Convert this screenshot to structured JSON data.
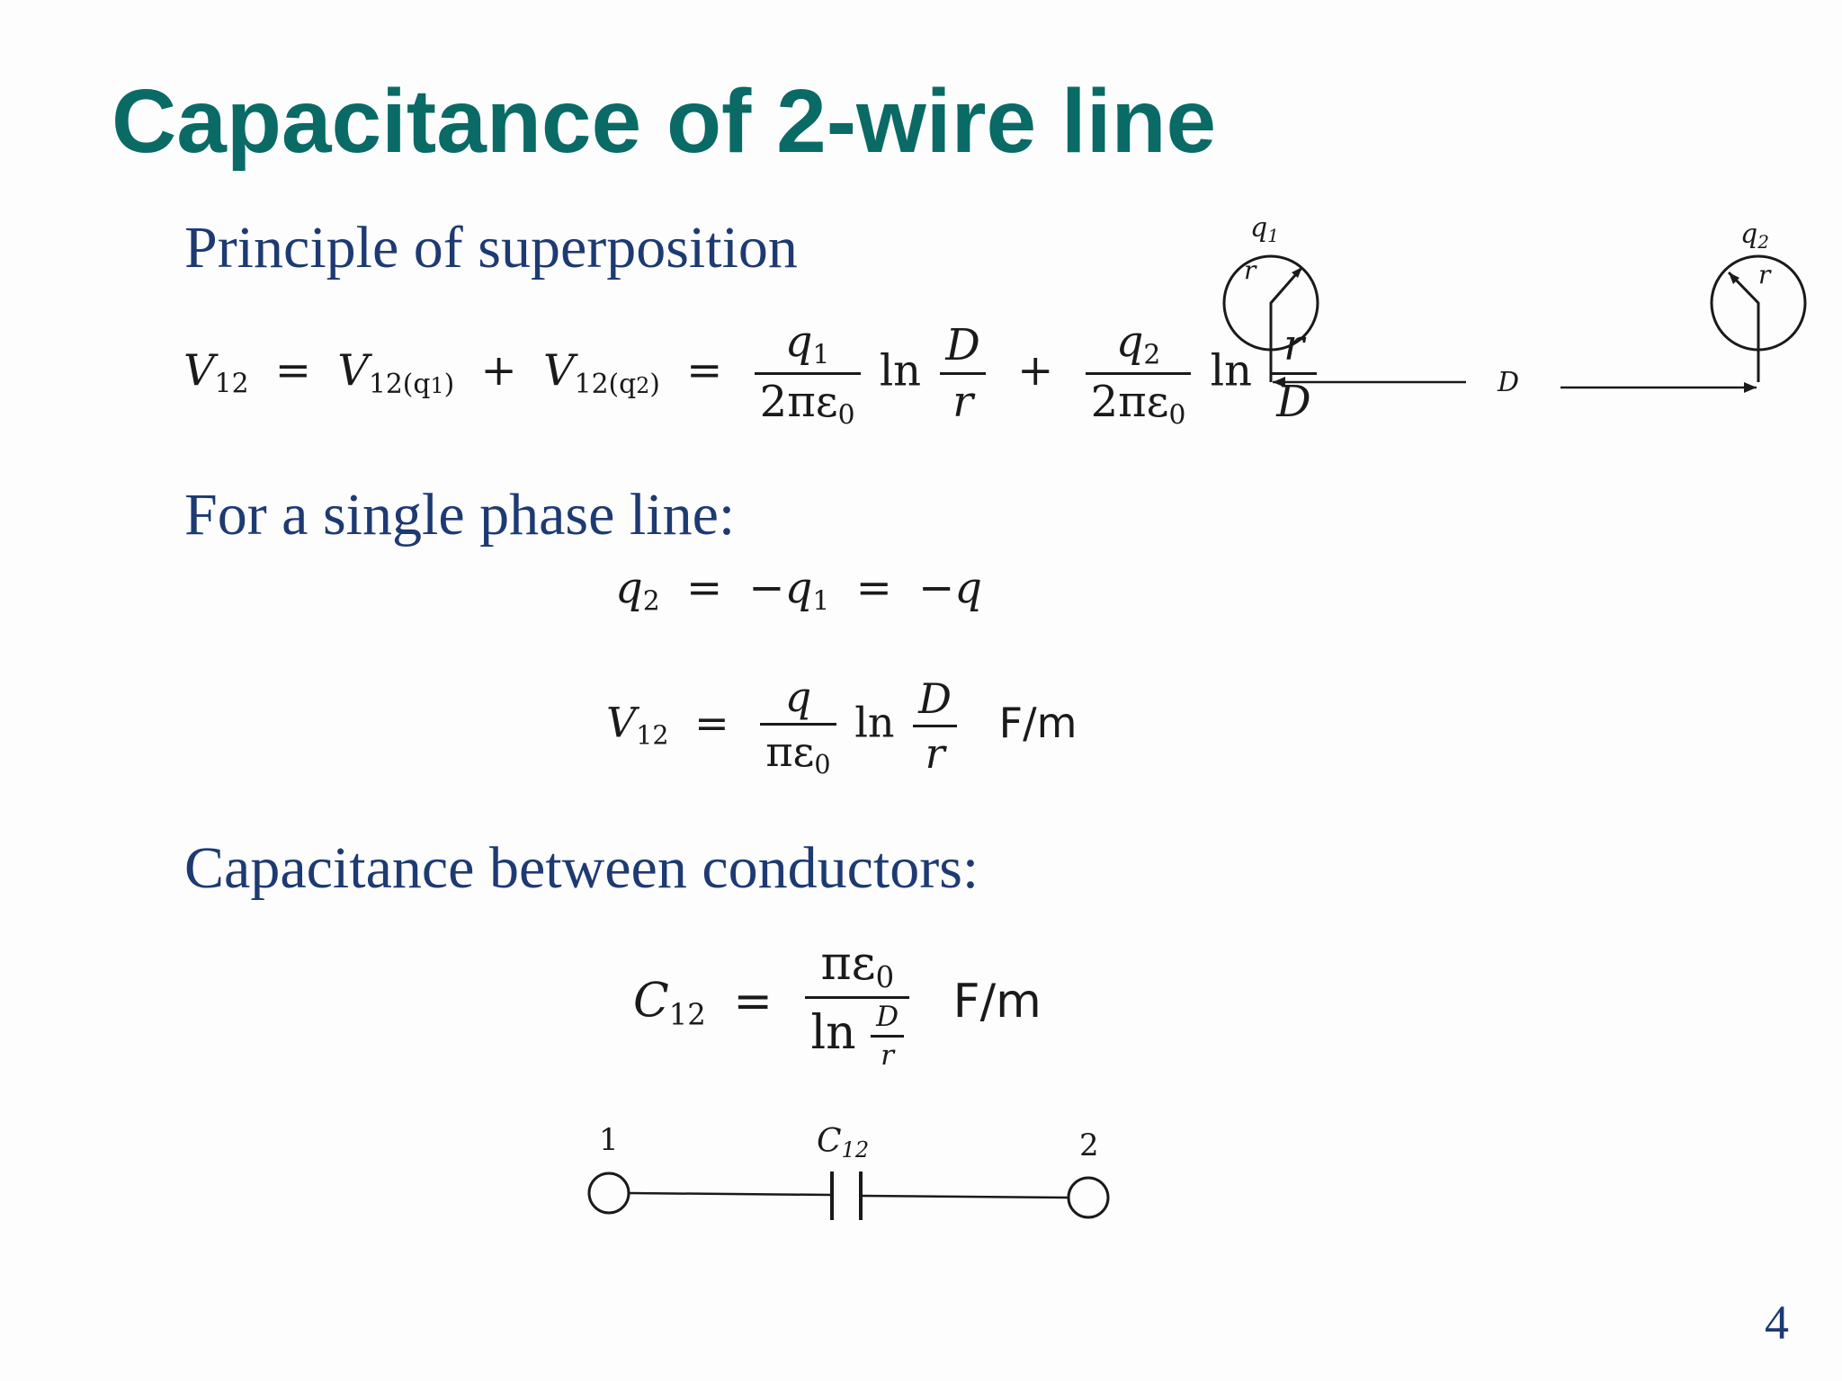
{
  "slide": {
    "title": "Capacitance of 2-wire line",
    "page_number": "4"
  },
  "sections": {
    "superposition_heading": "Principle of superposition",
    "single_phase_heading": "For a single phase line:",
    "capacitance_heading": "Capacitance between conductors:"
  },
  "equations": {
    "superposition": {
      "lhs": "V",
      "lhs_sub": "12",
      "eq": "=",
      "term1": "V",
      "term1_sub": "12(q",
      "term1_subsub": "1",
      "term1_close": ")",
      "plus": "+",
      "term2": "V",
      "term2_sub": "12(q",
      "term2_subsub": "2",
      "term2_close": ")",
      "eq2": "=",
      "f1_num": "q",
      "f1_num_sub": "1",
      "f1_den": "2πε",
      "f1_den_sub": "0",
      "ln1": "ln",
      "f2_num": "D",
      "f2_den": "r",
      "plus2": "+",
      "f3_num": "q",
      "f3_num_sub": "2",
      "f3_den": "2πε",
      "f3_den_sub": "0",
      "ln2": "ln",
      "f4_num": "r",
      "f4_den": "D"
    },
    "charges": {
      "q2": "q",
      "q2_sub": "2",
      "eq": "=",
      "neg_q1": "−q",
      "q1_sub": "1",
      "eq2": "=",
      "neg_q": "−q"
    },
    "voltage": {
      "lhs": "V",
      "lhs_sub": "12",
      "eq": "=",
      "num": "q",
      "den": "πε",
      "den_sub": "0",
      "ln": "ln",
      "f_num": "D",
      "f_den": "r",
      "unit": "F/m"
    },
    "capacitance": {
      "lhs": "C",
      "lhs_sub": "12",
      "eq": "=",
      "num": "πε",
      "num_sub": "0",
      "den_ln": "ln",
      "den_num": "D",
      "den_den": "r",
      "unit": "F/m"
    }
  },
  "wire_diagram": {
    "left_label": "q",
    "left_label_sub": "1",
    "right_label": "q",
    "right_label_sub": "2",
    "radius_label": "r",
    "distance_label": "D"
  },
  "circuit": {
    "node1_label": "1",
    "node2_label": "2",
    "cap_label": "C",
    "cap_label_sub": "12"
  }
}
